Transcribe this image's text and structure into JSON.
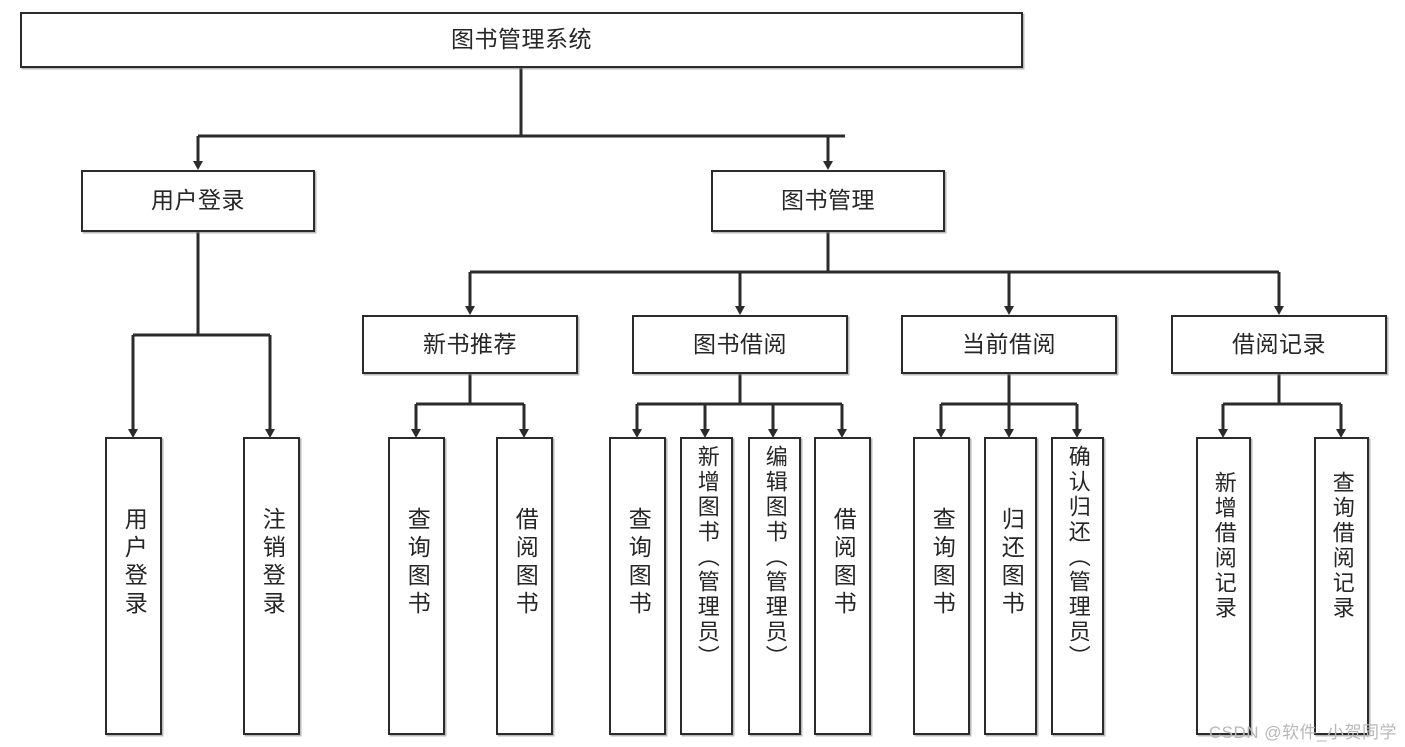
{
  "diagram": {
    "type": "tree-hierarchy",
    "title": "图书管理系统",
    "watermark": "CSDN @软件_小贺同学",
    "colors": {
      "box_border": "#2b2b2b",
      "box_fill": "#ffffff",
      "edge": "#2b2b2b",
      "text": "#262626",
      "watermark": "#b8b8b8",
      "background": "#ffffff"
    },
    "nodes": {
      "root": {
        "label": "图书管理系统"
      },
      "level2": [
        {
          "id": "user-login",
          "label": "用户登录"
        },
        {
          "id": "book-manage",
          "label": "图书管理"
        }
      ],
      "level3": [
        {
          "id": "new-book-recommend",
          "label": "新书推荐"
        },
        {
          "id": "book-borrow",
          "label": "图书借阅"
        },
        {
          "id": "current-borrow",
          "label": "当前借阅"
        },
        {
          "id": "borrow-record",
          "label": "借阅记录"
        }
      ],
      "leaves": {
        "user-login": [
          {
            "id": "leaf-user-login",
            "label": "用户登录"
          },
          {
            "id": "leaf-logout",
            "label": "注销登录"
          }
        ],
        "new-book-recommend": [
          {
            "id": "leaf-query-book-1",
            "label": "查询图书"
          },
          {
            "id": "leaf-borrow-book-1",
            "label": "借阅图书"
          }
        ],
        "book-borrow": [
          {
            "id": "leaf-query-book-2",
            "label": "查询图书"
          },
          {
            "id": "leaf-add-book",
            "label": "新增图书（管理员）"
          },
          {
            "id": "leaf-edit-book",
            "label": "编辑图书（管理员）"
          },
          {
            "id": "leaf-borrow-book-2",
            "label": "借阅图书"
          }
        ],
        "current-borrow": [
          {
            "id": "leaf-query-book-3",
            "label": "查询图书"
          },
          {
            "id": "leaf-return-book",
            "label": "归还图书"
          },
          {
            "id": "leaf-confirm-return",
            "label": "确认归还（管理员）"
          }
        ],
        "borrow-record": [
          {
            "id": "leaf-add-record",
            "label": "新增借阅记录"
          },
          {
            "id": "leaf-query-record",
            "label": "查询借阅记录"
          }
        ]
      }
    },
    "edges": [
      {
        "from": "图书管理系统",
        "to": "用户登录"
      },
      {
        "from": "图书管理系统",
        "to": "图书管理"
      },
      {
        "from": "图书管理",
        "to": "新书推荐"
      },
      {
        "from": "图书管理",
        "to": "图书借阅"
      },
      {
        "from": "图书管理",
        "to": "当前借阅"
      },
      {
        "from": "图书管理",
        "to": "借阅记录"
      },
      {
        "from": "用户登录",
        "to": "用户登录"
      },
      {
        "from": "用户登录",
        "to": "注销登录"
      },
      {
        "from": "新书推荐",
        "to": "查询图书"
      },
      {
        "from": "新书推荐",
        "to": "借阅图书"
      },
      {
        "from": "图书借阅",
        "to": "查询图书"
      },
      {
        "from": "图书借阅",
        "to": "新增图书（管理员）"
      },
      {
        "from": "图书借阅",
        "to": "编辑图书（管理员）"
      },
      {
        "from": "图书借阅",
        "to": "借阅图书"
      },
      {
        "from": "当前借阅",
        "to": "查询图书"
      },
      {
        "from": "当前借阅",
        "to": "归还图书"
      },
      {
        "from": "当前借阅",
        "to": "确认归还（管理员）"
      },
      {
        "from": "借阅记录",
        "to": "新增借阅记录"
      },
      {
        "from": "借阅记录",
        "to": "查询借阅记录"
      }
    ]
  }
}
